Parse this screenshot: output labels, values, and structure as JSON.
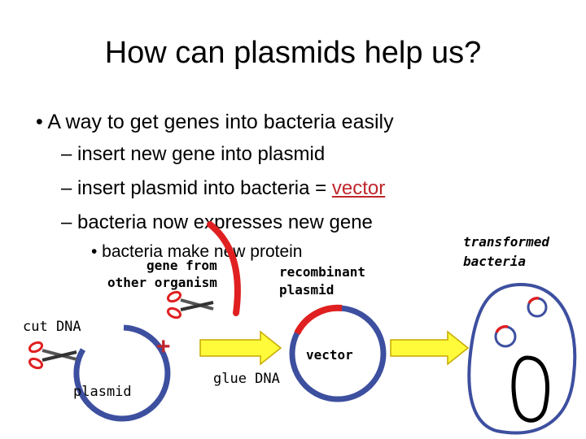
{
  "title": "How can plasmids help us?",
  "bullet": "• A way to get genes into bacteria easily",
  "sub_items": [
    {
      "prefix": "– insert new gene into plasmid",
      "highlight": ""
    },
    {
      "prefix": "– insert plasmid into bacteria = ",
      "highlight": "vector"
    },
    {
      "prefix": "– bacteria now expresses new gene",
      "highlight": ""
    }
  ],
  "sub_sub": "• bacteria make new protein",
  "labels": {
    "gene_from": "gene from",
    "other_organism": "other organism",
    "recombinant": "recombinant",
    "plasmid_word": "plasmid",
    "cut_dna": "cut DNA",
    "plasmid": "plasmid",
    "glue_dna": "glue DNA",
    "vector": "vector",
    "transformed": "transformed",
    "bacteria": "bacteria",
    "plus": "+"
  },
  "colors": {
    "plasmid": "#3d4f9f",
    "gene": "#e02020",
    "arrow": "#fffb3a",
    "arrow_border": "#c7a800",
    "highlight": "#c0262d"
  }
}
